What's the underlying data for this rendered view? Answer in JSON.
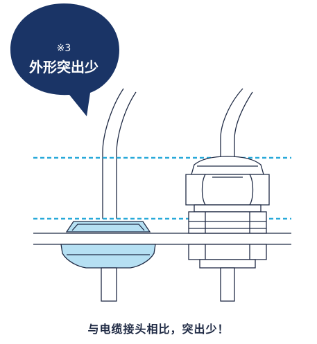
{
  "callout": {
    "note": "※3",
    "title": "外形突出少"
  },
  "caption": "与电缆接头相比，突出少！",
  "colors": {
    "navy": "#1a3466",
    "outline": "#1f2a44",
    "light_blue_fill": "#b6e0f3",
    "dotted_line": "#29a9d9",
    "background": "#ffffff"
  }
}
